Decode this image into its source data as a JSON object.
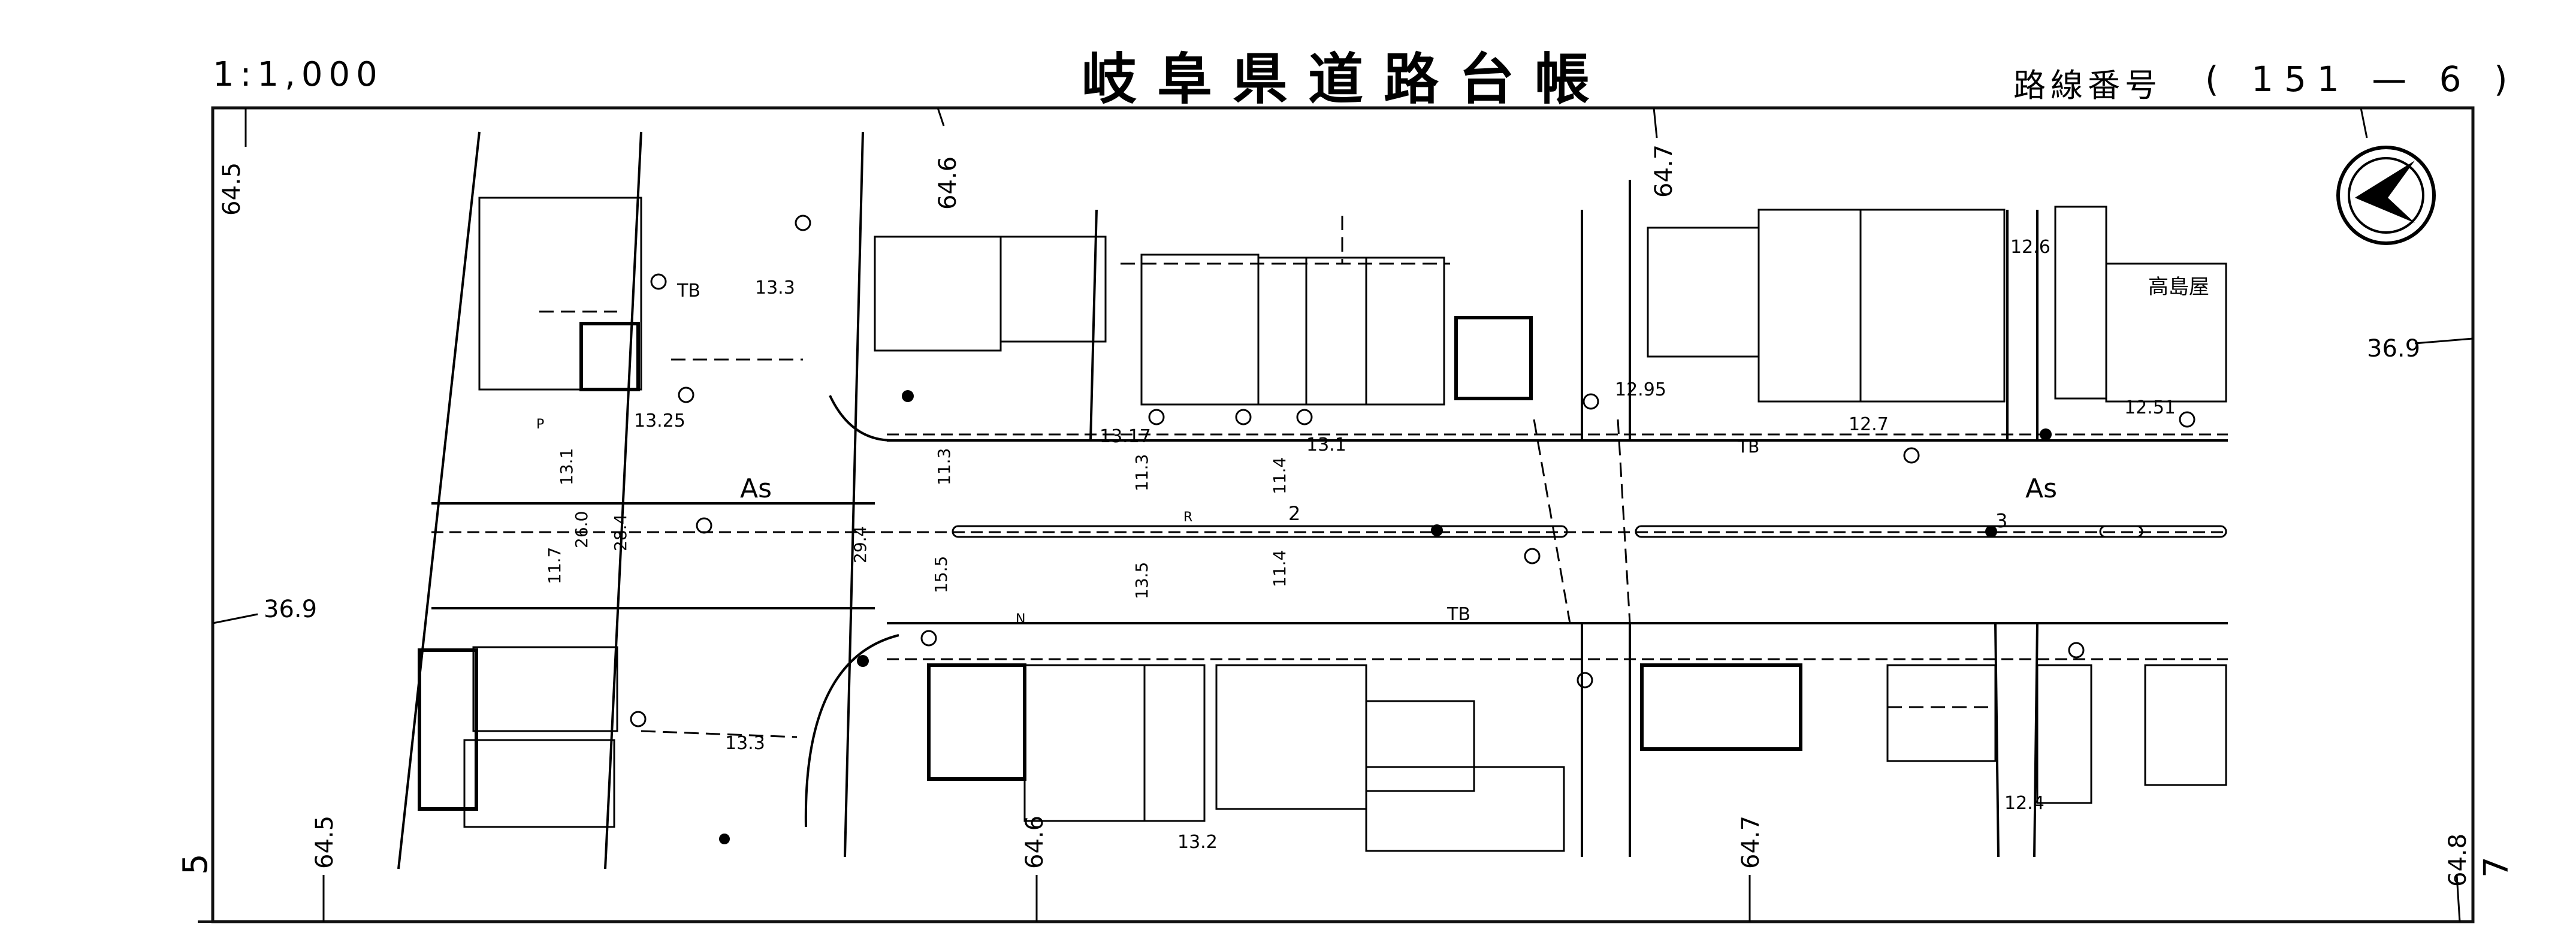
{
  "header": {
    "scale": "1:1,000",
    "title": "岐阜県道路台帳",
    "route_label": "路線番号",
    "route_value": "( 151 — 6 )"
  },
  "map": {
    "surface_label": "As",
    "building_name": "高島屋",
    "coordinate_ticks": [
      "64.5",
      "64.6",
      "64.7",
      "64.5",
      "64.6",
      "64.7",
      "64.8",
      "36.9",
      "36.9"
    ],
    "road_widths": [
      "13.3",
      "13.25",
      "13.3",
      "13.17",
      "13.1",
      "12.95",
      "12.7",
      "12.51",
      "12.6",
      "12.4",
      "13.2"
    ],
    "section_widths": [
      "13.1",
      "26.0",
      "11.7",
      "28.4",
      "29.4",
      "11.3",
      "15.5",
      "11.3",
      "13.5",
      "11.4",
      "11.4"
    ],
    "markers": [
      "TB",
      "TB",
      "TB",
      "N",
      "R",
      "2",
      "3",
      "P"
    ],
    "sheet_left": "5",
    "sheet_right": "7"
  },
  "colors": {
    "ink": "#000000",
    "paper": "#ffffff",
    "frame": "#111111"
  }
}
